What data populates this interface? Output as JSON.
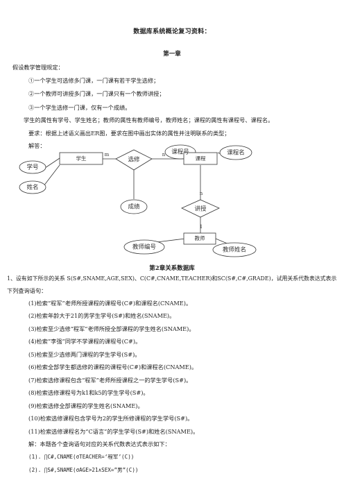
{
  "doc": {
    "title": "数据库系统概论复习资料：",
    "ch1_heading": "第一章",
    "intro": "假设教学管理规定：",
    "rules": [
      "①一个学生可选修多门课，一门课有若干学生选修；",
      "②一个教师可讲授多门课，一门课只有一个教师讲授；",
      "③一个学生选修一门课，仅有一个成绩。"
    ],
    "attrs": "学生的属性有学号、学生姓名；教师的属性有教师编号，教师姓名；课程的属性有课程号、课程名。",
    "requirement": "要求：根据上述语义画出ER图，要求在图中画出实体的属性并注明联系的类型；",
    "answer_label": "解答：",
    "er": {
      "student_no": "学号",
      "student_name": "姓名",
      "student": "学生",
      "m": "m",
      "select": "选修",
      "n1": "n",
      "course": "课程",
      "course_no": "课程号",
      "course_name": "课程名",
      "grade": "成绩",
      "n2": "n",
      "teach": "讲授",
      "one": "1",
      "teacher": "教师",
      "teacher_no": "教师编号",
      "teacher_name": "教师姓名"
    },
    "ch2_heading": "第2章关系数据库",
    "q1_line1": "1、设有如下所示的关系 S(S#,SNAME,AGE,SEX)、C(C#,CNAME,TEACHER)和SC(S#,C#,GRADE)，试用关系代数表达式表示",
    "q1_line2": "下列查询语句：",
    "queries": [
      "(1)检索“程军”老师所授课程的课程号(C#)和课程名(CNAME)。",
      "(2)检索年龄大于21的男学生学号(S#)和姓名(SNAME)。",
      "(3)检索至少选修“程军”老师所授全部课程的学生姓名(SNAME)。",
      "(4)检索”李强”同学不学课程的课程号(C#)。",
      "(5)检索至少选修两门课程的学生学号(S#)。",
      "(6)检索全部学生都选修的课程的课程号(C#)和课程名(CNAME)。",
      "(7)检索选修课程包含“程军”老师所授课程之一的学生学号(S#)。",
      "(8)检索选修课程号为k1和k5的学生学号(S#)。",
      "(9)检索选修全部课程的学生姓名(SNAME)。",
      "(10)检索选修课程包含学号为2的学生所修课程的学生学号(S#)。",
      "(11)检索选修课程名为“C语言”的学生学号(S#)和姓名(SNAME)。"
    ],
    "solution_intro": "解：本题各个查询语句对应的关系代数表达式表示如下：",
    "solutions": [
      "(1). ∏C#,CNAME(σTEACHER=‘程军’(C))",
      "(2). ∏S#,SNAME(σAGE>21∧SEX=”男”(C))"
    ]
  }
}
